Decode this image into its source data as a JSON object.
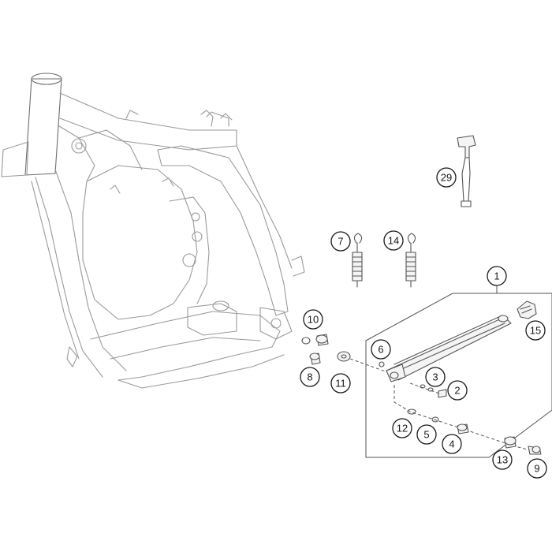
{
  "callouts": [
    {
      "id": "c1",
      "label": "1"
    },
    {
      "id": "c2",
      "label": "2"
    },
    {
      "id": "c3",
      "label": "3"
    },
    {
      "id": "c4",
      "label": "4"
    },
    {
      "id": "c5",
      "label": "5"
    },
    {
      "id": "c6",
      "label": "6"
    },
    {
      "id": "c7",
      "label": "7"
    },
    {
      "id": "c8",
      "label": "8"
    },
    {
      "id": "c9",
      "label": "9"
    },
    {
      "id": "c10",
      "label": "10"
    },
    {
      "id": "c11",
      "label": "11"
    },
    {
      "id": "c12",
      "label": "12"
    },
    {
      "id": "c13",
      "label": "13"
    },
    {
      "id": "c14",
      "label": "14"
    },
    {
      "id": "c15",
      "label": "15"
    },
    {
      "id": "c29",
      "label": "29"
    }
  ],
  "colors": {
    "line": "#555555",
    "frame": "#9a9a9a",
    "background": "#ffffff"
  }
}
